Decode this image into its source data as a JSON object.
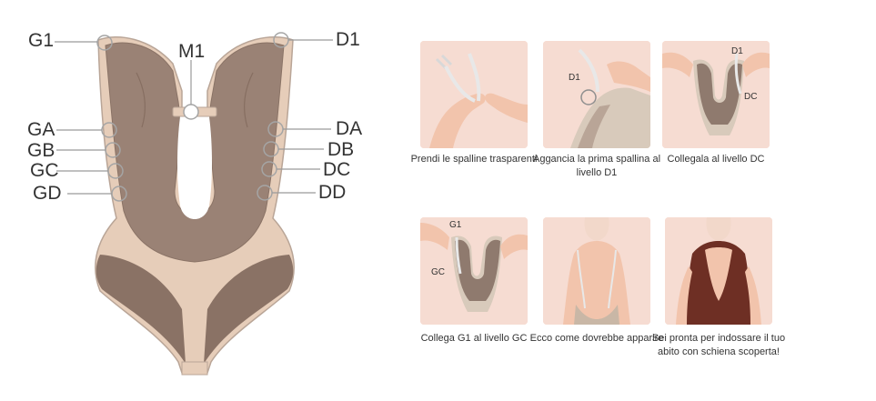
{
  "diagram": {
    "labels": {
      "g1": "G1",
      "d1": "D1",
      "m1": "M1",
      "ga": "GA",
      "da": "DA",
      "gb": "GB",
      "db": "DB",
      "gc": "GC",
      "dc": "DC",
      "gd": "GD",
      "dd": "DD"
    }
  },
  "steps": [
    {
      "caption": "Prendi le spalline trasparenti",
      "labels": []
    },
    {
      "caption": "Aggancia la prima spallina al livello D1",
      "labels": [
        "D1"
      ]
    },
    {
      "caption": "Collegala al livello DC",
      "labels": [
        "D1",
        "DC"
      ]
    },
    {
      "caption": "Collega G1 al livello GC",
      "labels": [
        "G1",
        "GC"
      ]
    },
    {
      "caption": "Ecco come dovrebbe apparire",
      "labels": []
    },
    {
      "caption": "Sei pronta per indossare il tuo abito con schiena scoperta!",
      "labels": []
    }
  ],
  "colors": {
    "garment_outer": "#e6cdb9",
    "garment_inner": "#9a8275",
    "garment_shadow": "#7f685c",
    "outline": "#b9a597",
    "callout_line": "#9a9a9a",
    "card_bg": "#f6dcd2",
    "skin": "#f2cdb9",
    "dress": "#6e2f24"
  }
}
